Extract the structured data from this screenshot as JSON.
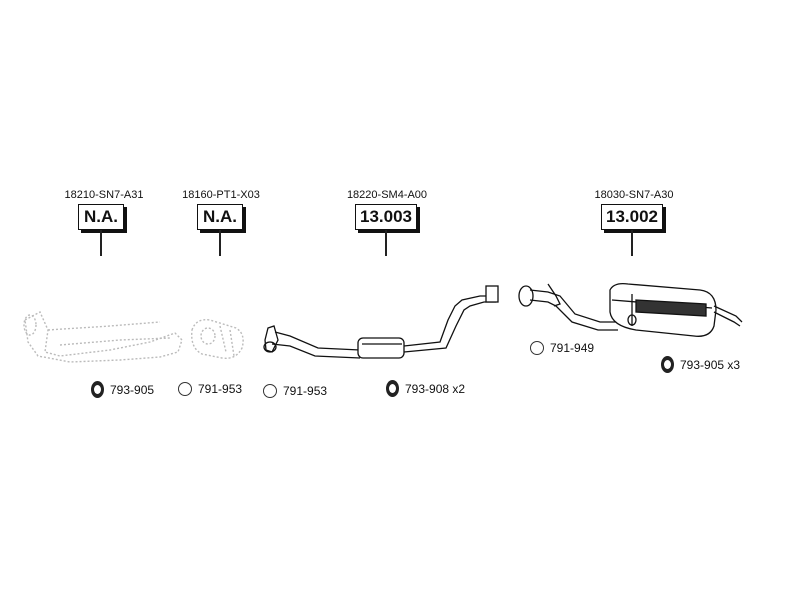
{
  "callouts": [
    {
      "oem": "18210-SN7-A31",
      "part": "N.A."
    },
    {
      "oem": "18160-PT1-X03",
      "part": "N.A."
    },
    {
      "oem": "18220-SM4-A00",
      "part": "13.003"
    },
    {
      "oem": "18030-SN7-A30",
      "part": "13.002"
    }
  ],
  "fittings": [
    {
      "code": "793-905",
      "icon": "rubber-hanger-icon"
    },
    {
      "code": "791-953",
      "icon": "gasket-ring-icon"
    },
    {
      "code": "791-953",
      "icon": "gasket-ring-icon"
    },
    {
      "code": "793-908 x2",
      "icon": "rubber-hanger-icon"
    },
    {
      "code": "791-949",
      "icon": "gasket-ring-icon"
    },
    {
      "code": "793-905 x3",
      "icon": "rubber-hanger-icon"
    }
  ]
}
